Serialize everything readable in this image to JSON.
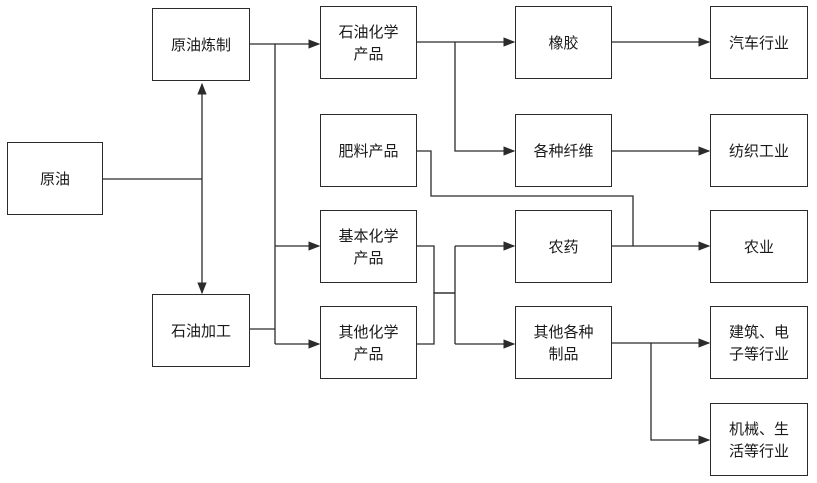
{
  "nodes": {
    "crude_oil": "原油",
    "refining": "原油炼制",
    "processing": "石油加工",
    "petrochem_products": "石油化学\n产品",
    "fertilizer_products": "肥料产品",
    "basic_chem_products": "基本化学\n产品",
    "other_chem_products": "其他化学\n产品",
    "rubber": "橡胶",
    "fibers": "各种纤维",
    "pesticide": "农药",
    "other_products": "其他各种\n制品",
    "auto_industry": "汽车行业",
    "textile_industry": "纺织工业",
    "agriculture": "农业",
    "construction_electronics": "建筑、电\n子等行业",
    "machinery_living": "机械、生\n活等行业"
  },
  "edges": [
    {
      "from": "crude_oil",
      "to": "refining"
    },
    {
      "from": "crude_oil",
      "to": "processing"
    },
    {
      "from": "refining",
      "to": "petrochem_products"
    },
    {
      "from": "refining",
      "to": "basic_chem_products"
    },
    {
      "from": "refining",
      "to": "other_chem_products"
    },
    {
      "from": "processing",
      "to": "petrochem_products"
    },
    {
      "from": "processing",
      "to": "basic_chem_products"
    },
    {
      "from": "processing",
      "to": "other_chem_products"
    },
    {
      "from": "petrochem_products",
      "to": "rubber"
    },
    {
      "from": "petrochem_products",
      "to": "fibers"
    },
    {
      "from": "rubber",
      "to": "auto_industry"
    },
    {
      "from": "fibers",
      "to": "textile_industry"
    },
    {
      "from": "fertilizer_products",
      "to": "agriculture"
    },
    {
      "from": "pesticide",
      "to": "agriculture"
    },
    {
      "from": "basic_chem_products",
      "to": "pesticide"
    },
    {
      "from": "basic_chem_products",
      "to": "other_products"
    },
    {
      "from": "other_chem_products",
      "to": "pesticide"
    },
    {
      "from": "other_chem_products",
      "to": "other_products"
    },
    {
      "from": "other_products",
      "to": "construction_electronics"
    },
    {
      "from": "other_products",
      "to": "machinery_living"
    }
  ]
}
